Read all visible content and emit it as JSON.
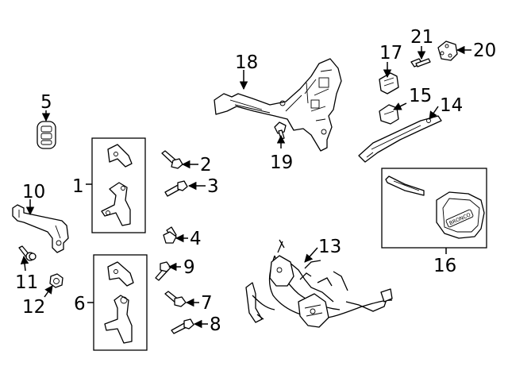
{
  "diagram": {
    "callouts": [
      "1",
      "2",
      "3",
      "4",
      "5",
      "6",
      "7",
      "8",
      "9",
      "10",
      "11",
      "12",
      "13",
      "14",
      "15",
      "16",
      "17",
      "18",
      "19",
      "20",
      "21"
    ],
    "key_fob_lettering": "BRONCO"
  }
}
